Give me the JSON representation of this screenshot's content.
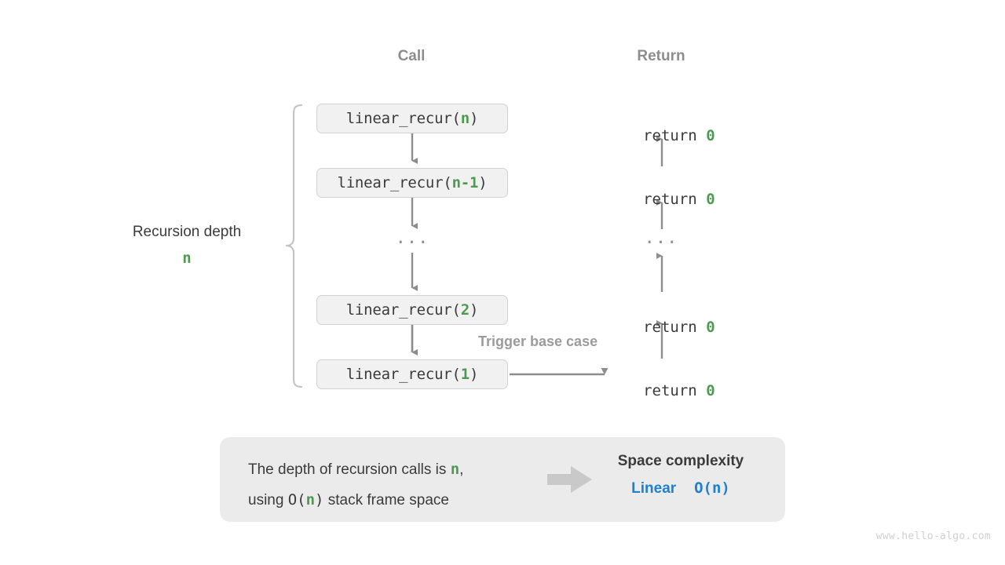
{
  "headers": {
    "call": "Call",
    "return": "Return"
  },
  "call_stack": [
    {
      "prefix": "linear_recur(",
      "arg": "n",
      "suffix": ")"
    },
    {
      "prefix": "linear_recur(",
      "arg": "n-1",
      "suffix": ")"
    },
    {
      "prefix": "linear_recur(",
      "arg": "2",
      "suffix": ")"
    },
    {
      "prefix": "linear_recur(",
      "arg": "1",
      "suffix": ")"
    }
  ],
  "returns": [
    {
      "keyword": "return ",
      "value": "0"
    },
    {
      "keyword": "return ",
      "value": "0"
    },
    {
      "keyword": "return ",
      "value": "0"
    },
    {
      "keyword": "return ",
      "value": "0"
    }
  ],
  "ellipsis": "···",
  "depth": {
    "label": "Recursion depth",
    "value": "n"
  },
  "trigger_label": "Trigger base case",
  "info": {
    "line1_a": "The depth of recursion calls is ",
    "line1_n": "n",
    "line1_b": ",",
    "line2_a": "using ",
    "line2_o": "O(",
    "line2_n": "n",
    "line2_c": ")",
    "line2_b": " stack frame space",
    "result_title": "Space complexity",
    "result_kind": "Linear",
    "result_value": "O(n)"
  },
  "watermark": "www.hello-algo.com",
  "colors": {
    "green": "#4e9a51",
    "blue": "#1f80d0",
    "gray_text": "#3b3b3b",
    "gray_muted": "#8d8d8d",
    "box_fill": "#f1f1f1",
    "box_border": "#d2d2d2",
    "panel_fill": "#ebebeb",
    "arrow": "#8d8d8d",
    "block_arrow": "#c9c9c9",
    "watermark": "#cfcfcf"
  }
}
